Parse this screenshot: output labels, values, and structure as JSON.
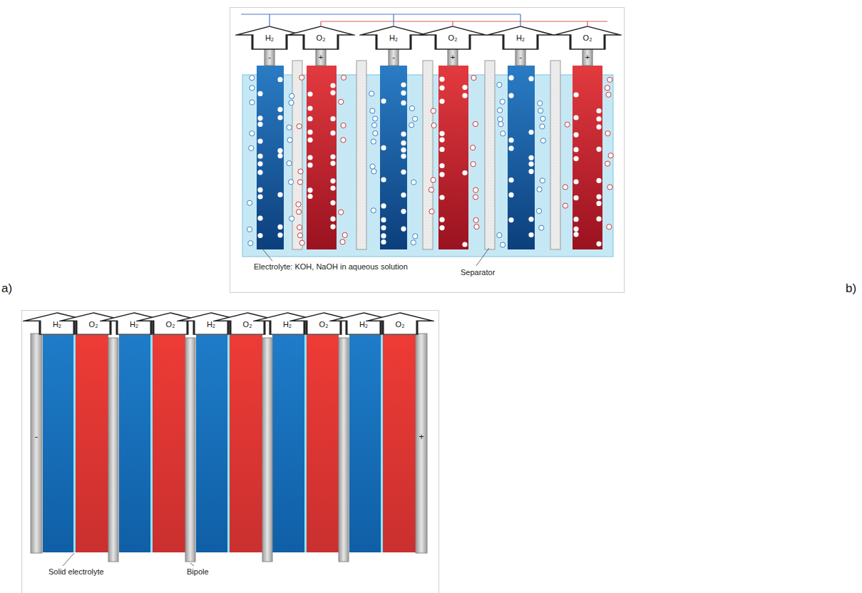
{
  "diagram": {
    "nodes": [
      {
        "text": [
          "H₂"
        ]
      },
      {
        "text": [
          "O₂"
        ]
      },
      {
        "text": [
          "H₂"
        ]
      },
      {
        "text": [
          "O₂"
        ]
      },
      {
        "text": [
          "H₂"
        ]
      },
      {
        "text": [
          "O₂"
        ]
      },
      {
        "text": [
          "H₂"
        ]
      },
      {
        "text": [
          "O₂"
        ]
      },
      {
        "text": [
          "H₂"
        ]
      },
      {
        "text": [
          "O₂"
        ]
      },
      {
        "text": [
          "H₂"
        ]
      },
      {
        "text": [
          "O₂"
        ]
      },
      {
        "text": [
          "H₂"
        ]
      },
      {
        "text": [
          "O₂"
        ]
      },
      {
        "text": [
          "H₂"
        ]
      },
      {
        "text": [
          "O₂"
        ]
      }
    ],
    "labels": [
      "a)",
      "b)",
      "-",
      "+",
      "-",
      "+",
      "-",
      "+",
      "Electrolyte: KOH, NaOH in aqueous solution",
      "Separator",
      "-",
      "+",
      "Solid electrolyte",
      "Bipole"
    ]
  }
}
